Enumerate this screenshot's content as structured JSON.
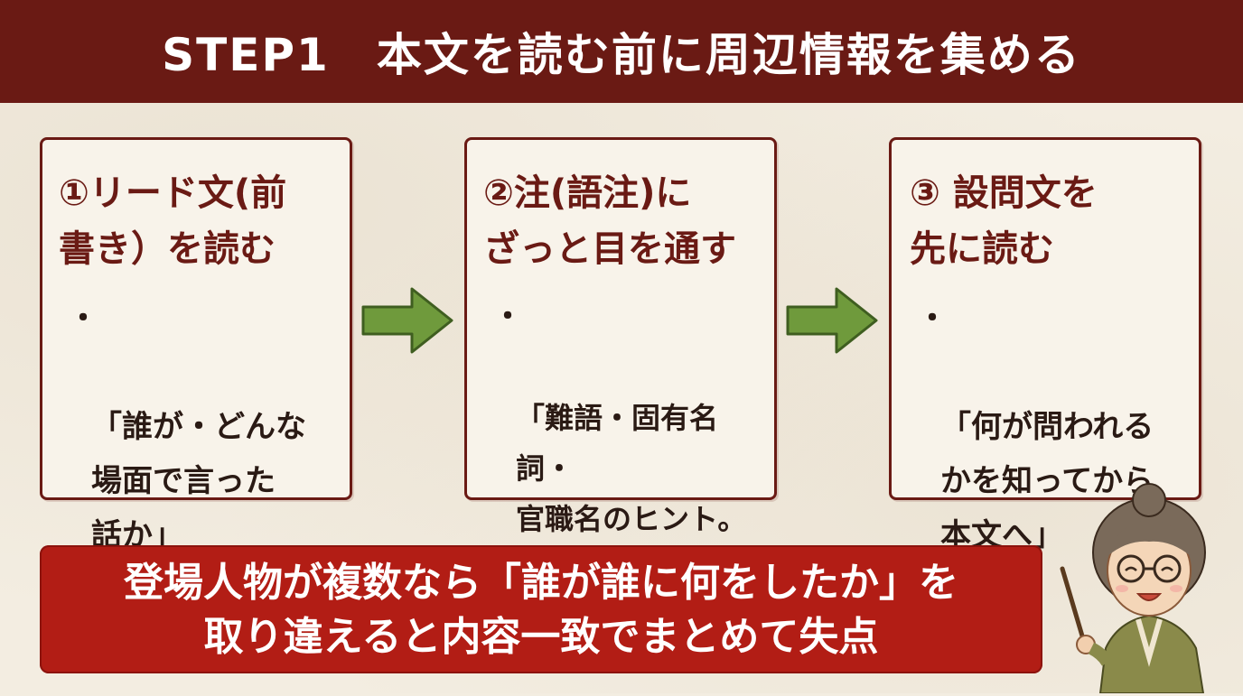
{
  "header": {
    "title": "STEP1　本文を読む前に周辺情報を集める"
  },
  "steps": [
    {
      "title": "①リード文(前\n書き）を読む",
      "bullet": "・",
      "body": "「誰が・どんな\n場面で言った\n話か」"
    },
    {
      "title": "②注(語注)に\nざっと目を通す",
      "bullet": "・",
      "body": "「難語・固有名詞・\n官職名のヒント。\n注は出題者から\nのヒント」"
    },
    {
      "title": "③ 設問文を\n先に読む",
      "bullet": "・",
      "body": "「何が問われる\nかを知ってから\n本文へ」"
    }
  ],
  "banner": {
    "text": "登場人物が複数なら「誰が誰に何をしたか」を\n取り違えると内容一致でまとめて失点"
  },
  "colors": {
    "header_bg": "#6a1a14",
    "card_border": "#6a1a14",
    "arrow": "#6f9a3c",
    "banner_bg": "#b21d15"
  },
  "icons": {
    "arrow": "right-arrow-icon",
    "teacher": "teacher-illustration"
  }
}
